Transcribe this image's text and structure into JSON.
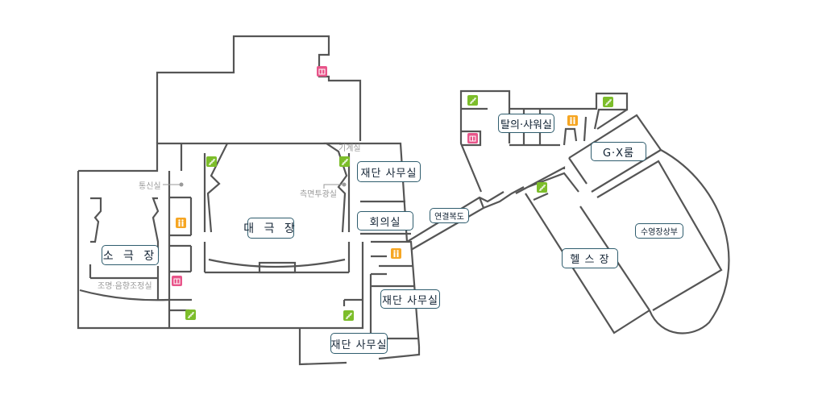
{
  "rooms": {
    "main_theater": "대 극 장",
    "small_theater": "소 극 장",
    "foundation_office_1": "재단 사무실",
    "meeting_room": "회의실",
    "connecting_corridor": "연결복도",
    "foundation_office_2": "재단 사무실",
    "foundation_office_3": "재단 사무실",
    "locker_shower": "탈의·샤워실",
    "gx_room": "G·X룸",
    "fitness": "헬 스 장",
    "pool_upper": "수영장상부"
  },
  "minor_rooms": {
    "comm_room": "통신실",
    "side_light_room": "측면투광실",
    "machine_room": "기계실",
    "light_sound_room": "조명·음향조정실"
  },
  "colors": {
    "wall": "#555555",
    "label_border": "#2f5d6e",
    "stairs": "#7cbd2a",
    "restroom": "#f6a623",
    "elevator": "#e8558a"
  }
}
